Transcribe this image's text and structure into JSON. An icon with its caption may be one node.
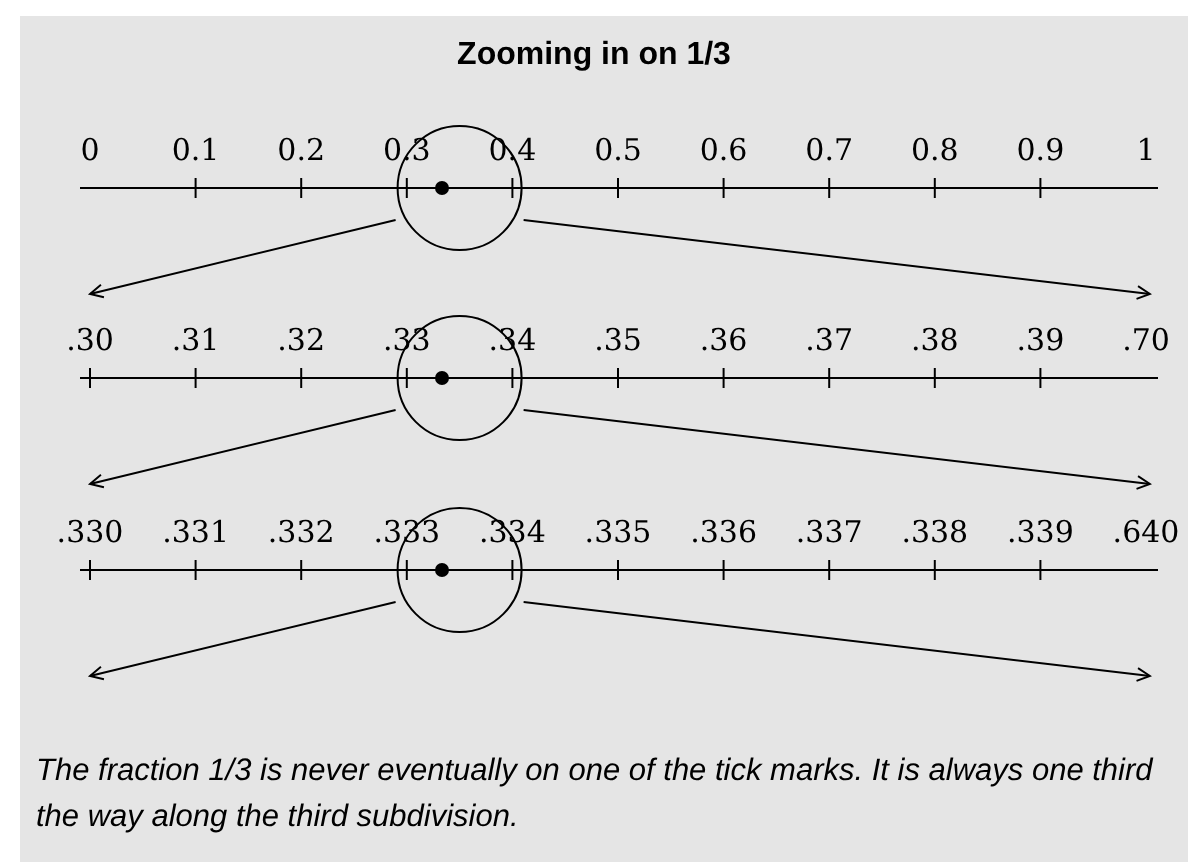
{
  "diagram": {
    "title": "Zooming in on 1/3",
    "caption": "The fraction 1/3 is never eventually on one of the tick marks. It is always one third the way along the third subdivision.",
    "labels": [
      "0",
      "0.1",
      "0.2",
      "0.3",
      "0.4",
      "0.5",
      "0.6",
      "0.7",
      "0.8",
      "0.9",
      "1",
      ".30",
      ".31",
      ".32",
      ".33",
      ".34",
      ".35",
      ".36",
      ".37",
      ".38",
      ".39",
      ".70",
      ".330",
      ".331",
      ".332",
      ".333",
      ".334",
      ".335",
      ".336",
      ".337",
      ".338",
      ".339",
      ".640"
    ]
  }
}
